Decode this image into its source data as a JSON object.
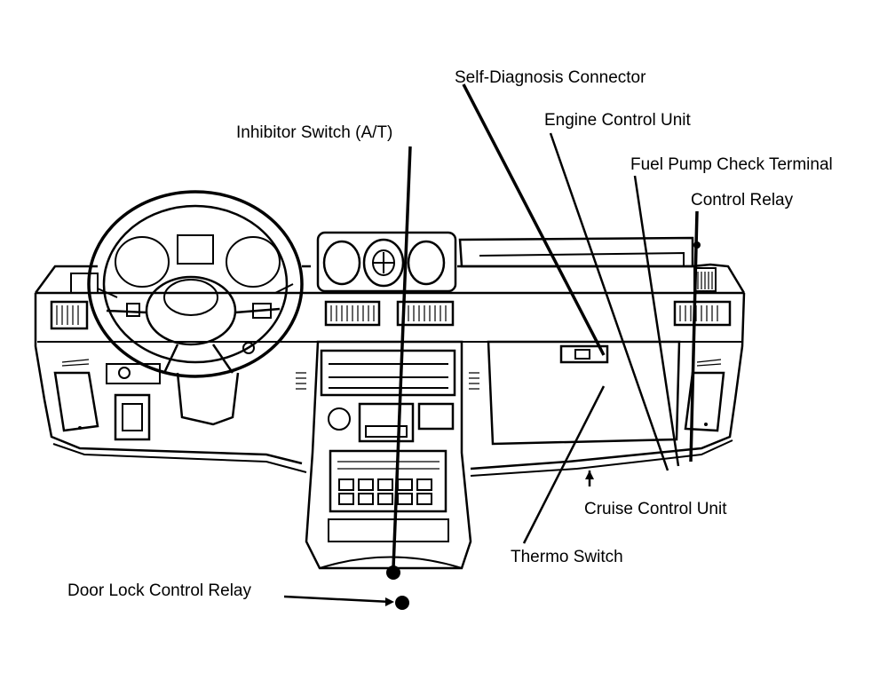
{
  "labels": {
    "self_diagnosis_connector": "Self-Diagnosis Connector",
    "engine_control_unit": "Engine Control Unit",
    "inhibitor_switch": "Inhibitor Switch (A/T)",
    "fuel_pump_check_terminal": "Fuel Pump Check Terminal",
    "control_relay": "Control Relay",
    "cruise_control_unit": "Cruise Control Unit",
    "thermo_switch": "Thermo Switch",
    "door_lock_control_relay": "Door Lock Control Relay"
  },
  "colors": {
    "ink": "#000000",
    "paper": "#ffffff"
  }
}
